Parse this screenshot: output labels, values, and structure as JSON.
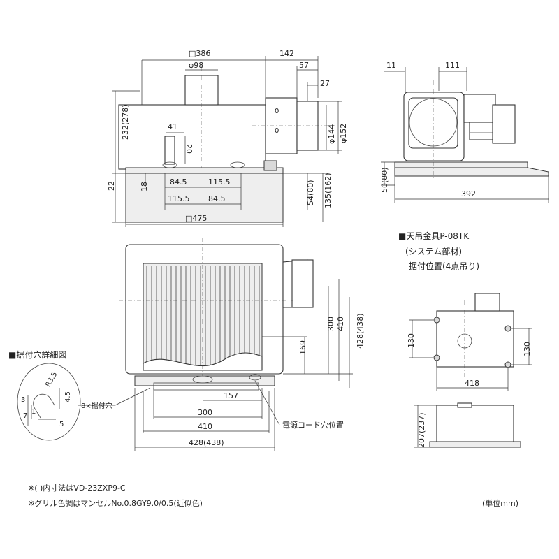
{
  "front_view": {
    "width_386": "□386",
    "dim_142": "142",
    "dia_98": "φ98",
    "dim_57": "57",
    "dim_27": "27",
    "dim_41": "41",
    "dim_20": "20",
    "height_232": "232(278)",
    "dim_22": "22",
    "dim_18": "18",
    "dia_144": "φ144",
    "dia_152": "φ152",
    "dim_84_5_a": "84.5",
    "dim_115_5_a": "115.5",
    "dim_115_5_b": "115.5",
    "dim_84_5_b": "84.5",
    "dim_54": "54(80)",
    "dim_135": "135(162)",
    "width_475": "□475"
  },
  "side_view": {
    "dim_11": "11",
    "dim_111": "111",
    "dim_50": "50(80)",
    "dim_392": "392"
  },
  "bracket": {
    "title": "■天吊金具P-08TK",
    "subtitle": "(システム部材)",
    "caption": "据付位置(4点吊り)",
    "dim_130_left": "130",
    "dim_130_right": "130",
    "dim_418": "418",
    "dim_207": "207(237)"
  },
  "bottom_view": {
    "dim_300_v": "300",
    "dim_410_v": "410",
    "dim_428_v": "428(438)",
    "dim_169": "169",
    "dim_157": "157",
    "dim_300_h": "300",
    "dim_410_h": "410",
    "dim_428_h": "428(438)",
    "cord_label": "電源コード穴位置"
  },
  "hole_detail": {
    "title": "■据付穴詳細図",
    "dim_r3_5": "R3.5",
    "dim_3": "3",
    "dim_1": "1",
    "dim_7": "7",
    "dim_5": "5",
    "dim_4_5": "4.5",
    "hole_label": "8×据付穴"
  },
  "notes": {
    "note1": "※(  )内寸法はVD-23ZXP9-C",
    "note2": "※グリル色調はマンセルNo.0.8GY9.0/0.5(近似色)",
    "unit": "(単位mm)"
  }
}
